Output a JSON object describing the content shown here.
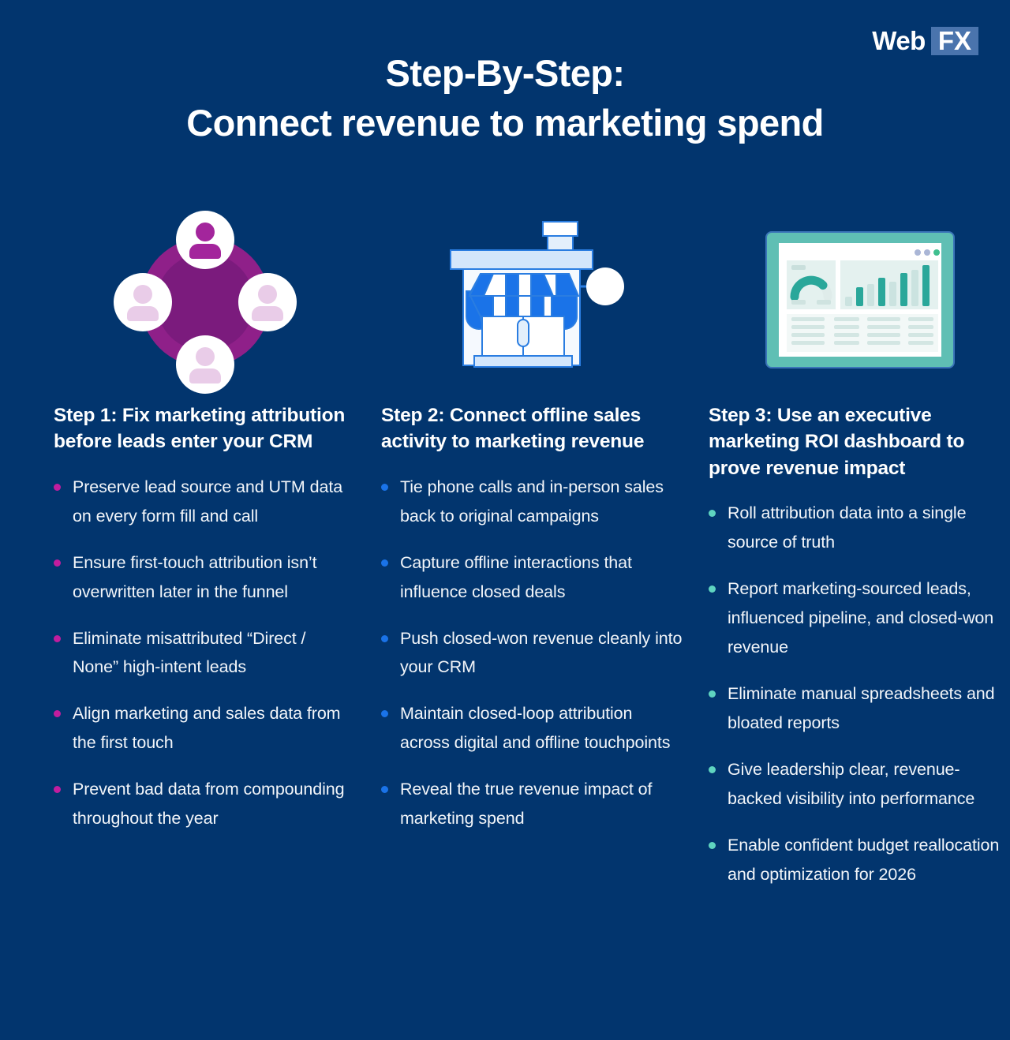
{
  "logo": {
    "name": "WebFX logo",
    "web": "Web",
    "fx": "FX",
    "accent": "#4a74ad"
  },
  "theme": {
    "background": "#02356e",
    "text": "#ffffff",
    "bullet_step1": "#c21d9e",
    "bullet_step2": "#1a73e8",
    "bullet_step3": "#5fd4c0"
  },
  "title": {
    "line1": "Step-By-Step:",
    "line2": "Connect revenue to marketing spend"
  },
  "columns": [
    {
      "icon": "crm-people-icon",
      "heading": "Step 1: Fix marketing attribution before leads enter your CRM",
      "bullet_color": "#c21d9e",
      "bullets": [
        "Preserve lead source and UTM data on every form fill and call",
        "Ensure first-touch attribution isn’t overwritten later in the funnel",
        "Eliminate misattributed “Direct / None” high-intent leads",
        "Align marketing and sales data from the first touch",
        "Prevent bad data from compounding throughout the year"
      ]
    },
    {
      "icon": "storefront-icon",
      "heading": "Step 2: Connect offline sales activity to marketing revenue",
      "bullet_color": "#1a73e8",
      "bullets": [
        "Tie phone calls and in-person sales back to original campaigns",
        "Capture offline interactions that influence closed deals",
        "Push closed-won revenue cleanly into your CRM",
        "Maintain closed-loop attribution across digital and offline touchpoints",
        "Reveal the true revenue impact of marketing spend"
      ]
    },
    {
      "icon": "roi-dashboard-icon",
      "heading": "Step 3: Use an executive marketing ROI dashboard to prove revenue impact",
      "bullet_color": "#5fd4c0",
      "bullets": [
        "Roll attribution data into a single source of truth",
        "Report marketing-sourced leads, influenced pipeline, and closed-won revenue",
        "Eliminate manual spreadsheets and bloated reports",
        "Give leadership clear, revenue-backed visibility into performance",
        "Enable confident budget reallocation and optimization for 2026"
      ]
    }
  ],
  "dashboard_icon": {
    "bar_values": [
      18,
      42,
      50,
      68,
      55,
      80,
      88,
      100
    ],
    "gauge_fill_percent": 72
  }
}
